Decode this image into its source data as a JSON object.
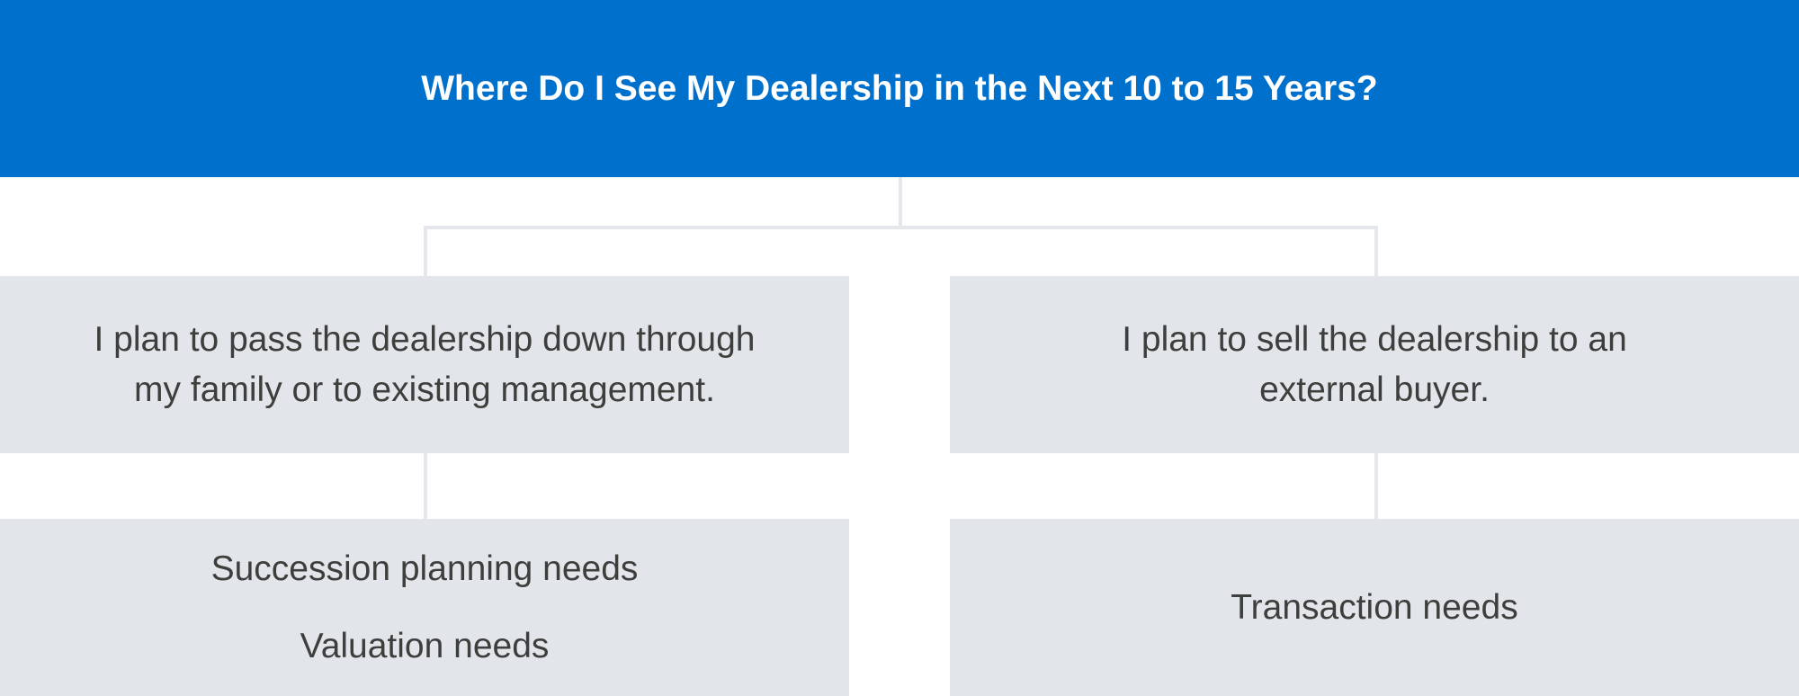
{
  "header": {
    "title": "Where Do I See My Dealership in the Next 10 to 15 Years?"
  },
  "options": [
    {
      "text_lines": [
        "I plan to pass the dealership down through",
        "my family or to existing management."
      ],
      "needs": [
        "Succession planning needs",
        "Valuation needs"
      ]
    },
    {
      "text_lines": [
        "I plan to sell the dealership to an",
        "external buyer."
      ],
      "needs": [
        "Transaction needs"
      ]
    }
  ],
  "colors": {
    "header": "#0070cd",
    "box": "#e2e5ea",
    "line": "#e4e7ec",
    "text": "#3d3f3d"
  }
}
